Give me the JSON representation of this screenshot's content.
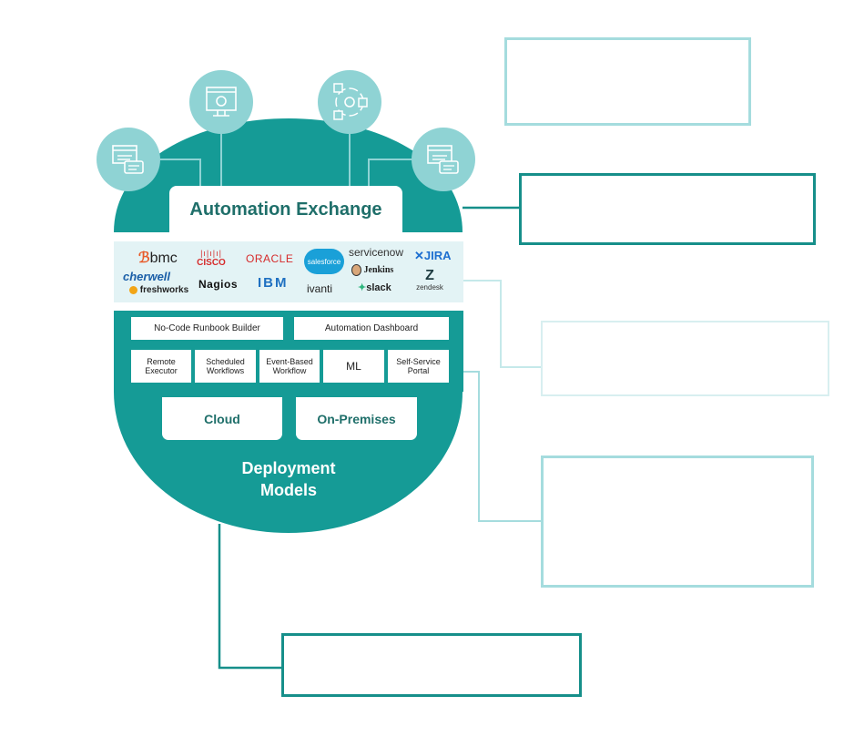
{
  "colors": {
    "teal": "#159b96",
    "teal_dark": "#1f6f6a",
    "light_teal": "#8fd3d4",
    "pale_teal": "#c5e9ea",
    "band": "#e3f3f5",
    "callout_light": "#a5dcde",
    "callout_dark": "#168f8a"
  },
  "header": {
    "title": "Automation Exchange"
  },
  "top_icons": [
    {
      "icon": "chat-window-icon"
    },
    {
      "icon": "monitor-gear-icon"
    },
    {
      "icon": "checklist-cycle-icon"
    },
    {
      "icon": "chat-window-icon"
    }
  ],
  "integrations": {
    "bmc": "bmc",
    "cisco": "CISCO",
    "oracle": "ORACLE",
    "salesforce": "salesforce",
    "servicenow": "servicenow",
    "jira": "JIRA",
    "cherwell": "cherwell",
    "jenkins": "Jenkins",
    "zendesk": "zendesk",
    "freshworks": "freshworks",
    "nagios": "Nagios",
    "ibm": "IBM",
    "ivanti": "ivanti",
    "slack": "slack"
  },
  "builders": {
    "runbook": "No-Code Runbook Builder",
    "dashboard": "Automation Dashboard"
  },
  "modules": {
    "remote_1": "Remote",
    "remote_2": "Executor",
    "scheduled_1": "Scheduled",
    "scheduled_2": "Workflows",
    "event_1": "Event-Based",
    "event_2": "Workflow",
    "ml": "ML",
    "selfservice_1": "Self-Service",
    "selfservice_2": "Portal"
  },
  "deployment": {
    "cloud": "Cloud",
    "onprem": "On-Premises",
    "label_1": "Deployment",
    "label_2": "Models"
  }
}
